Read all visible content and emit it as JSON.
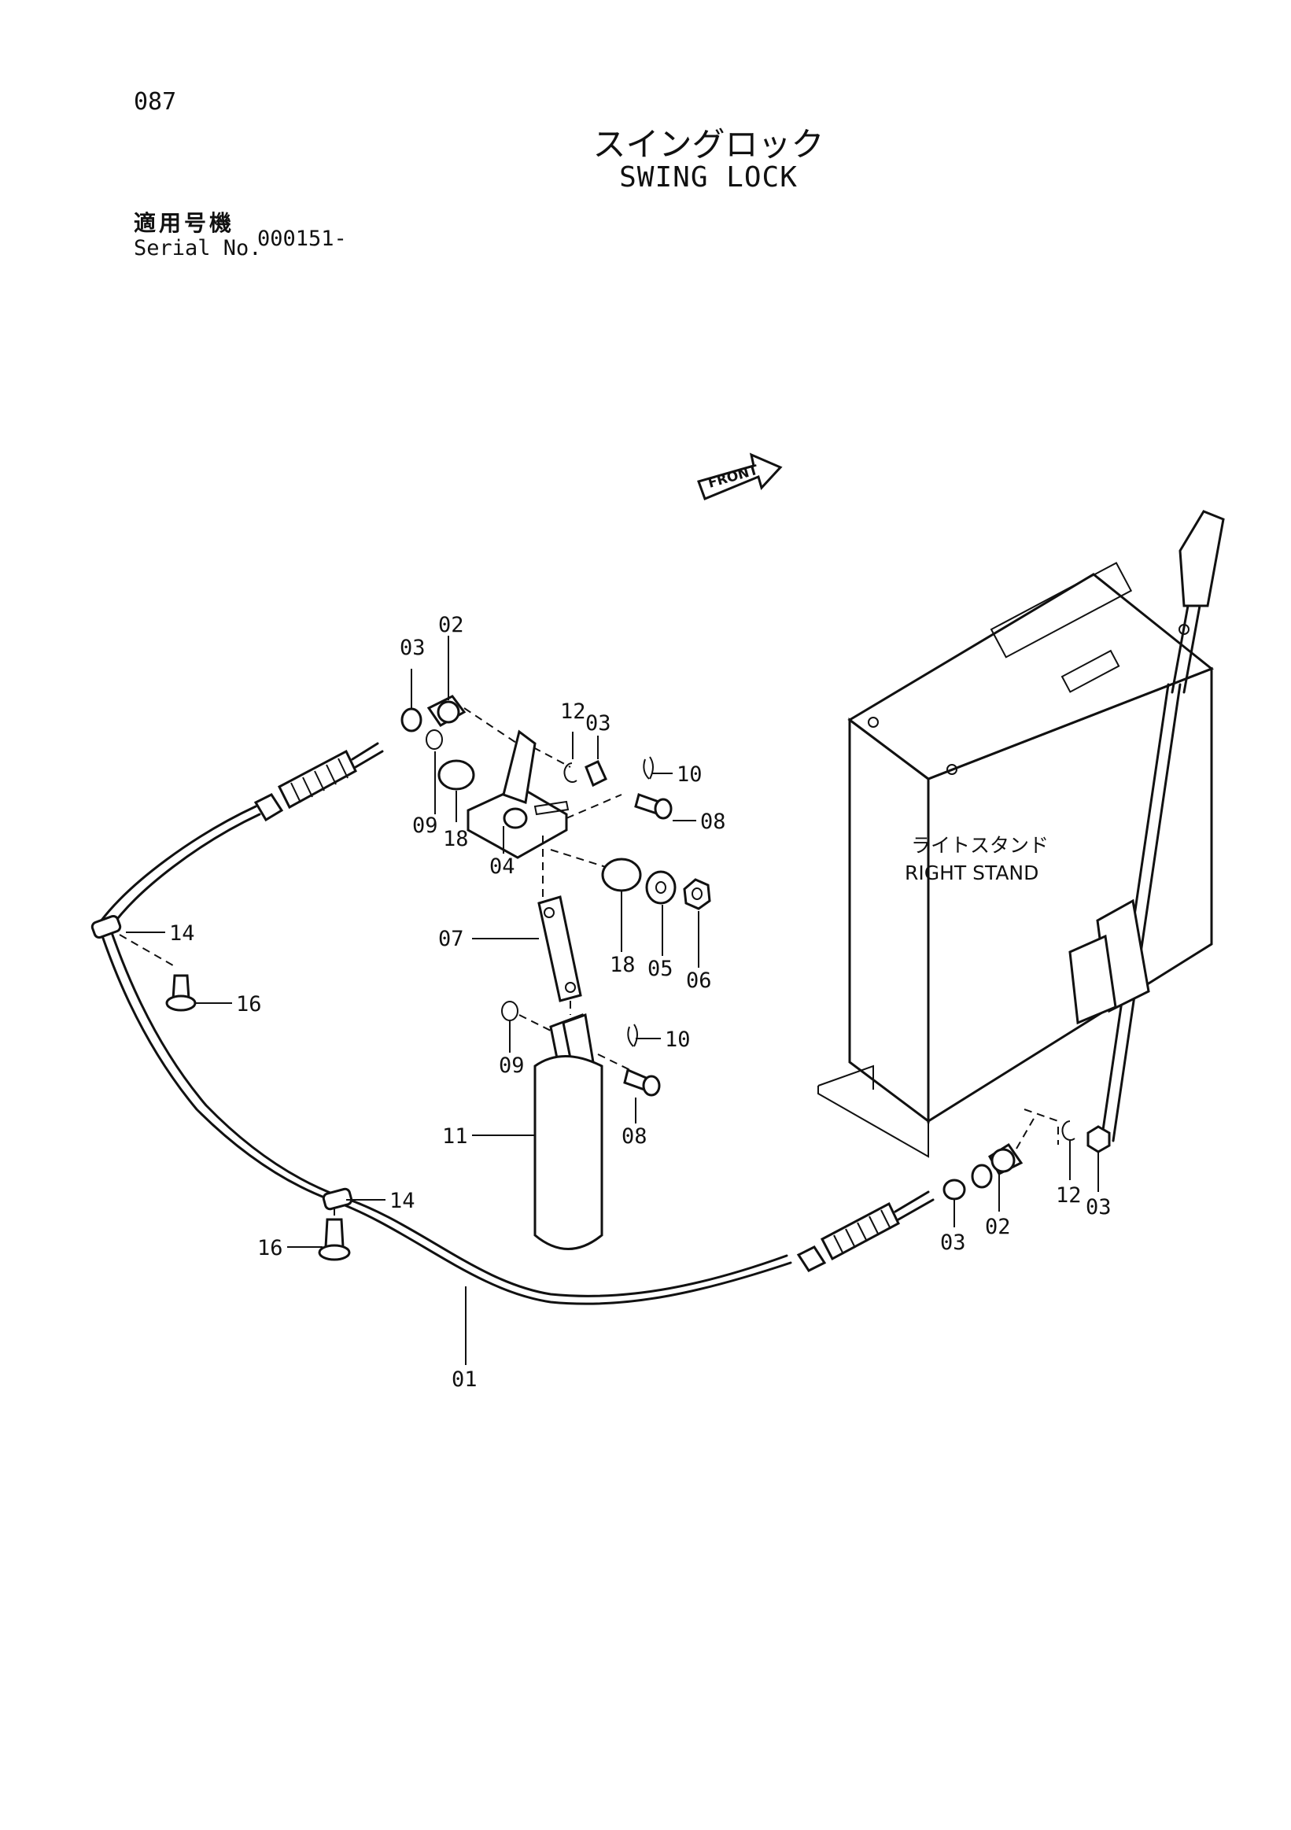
{
  "header": {
    "page_number": "087",
    "title_jp": "スイングロック",
    "title_en": "SWING LOCK",
    "serial_label_jp": "適用号機",
    "serial_label_en": "Serial No.",
    "serial_value": "000151-"
  },
  "diagram": {
    "front_arrow": "FRONT",
    "stand_jp": "ライトスタンド",
    "stand_en": "RIGHT STAND",
    "callouts": {
      "c01": "01",
      "c02a": "02",
      "c02b": "02",
      "c03a": "03",
      "c03b": "03",
      "c03c": "03",
      "c03d": "03",
      "c04": "04",
      "c05": "05",
      "c06": "06",
      "c07": "07",
      "c08a": "08",
      "c08b": "08",
      "c09a": "09",
      "c09b": "09",
      "c10a": "10",
      "c10b": "10",
      "c11": "11",
      "c12a": "12",
      "c12b": "12",
      "c14a": "14",
      "c14b": "14",
      "c16a": "16",
      "c16b": "16",
      "c18a": "18",
      "c18b": "18"
    }
  }
}
